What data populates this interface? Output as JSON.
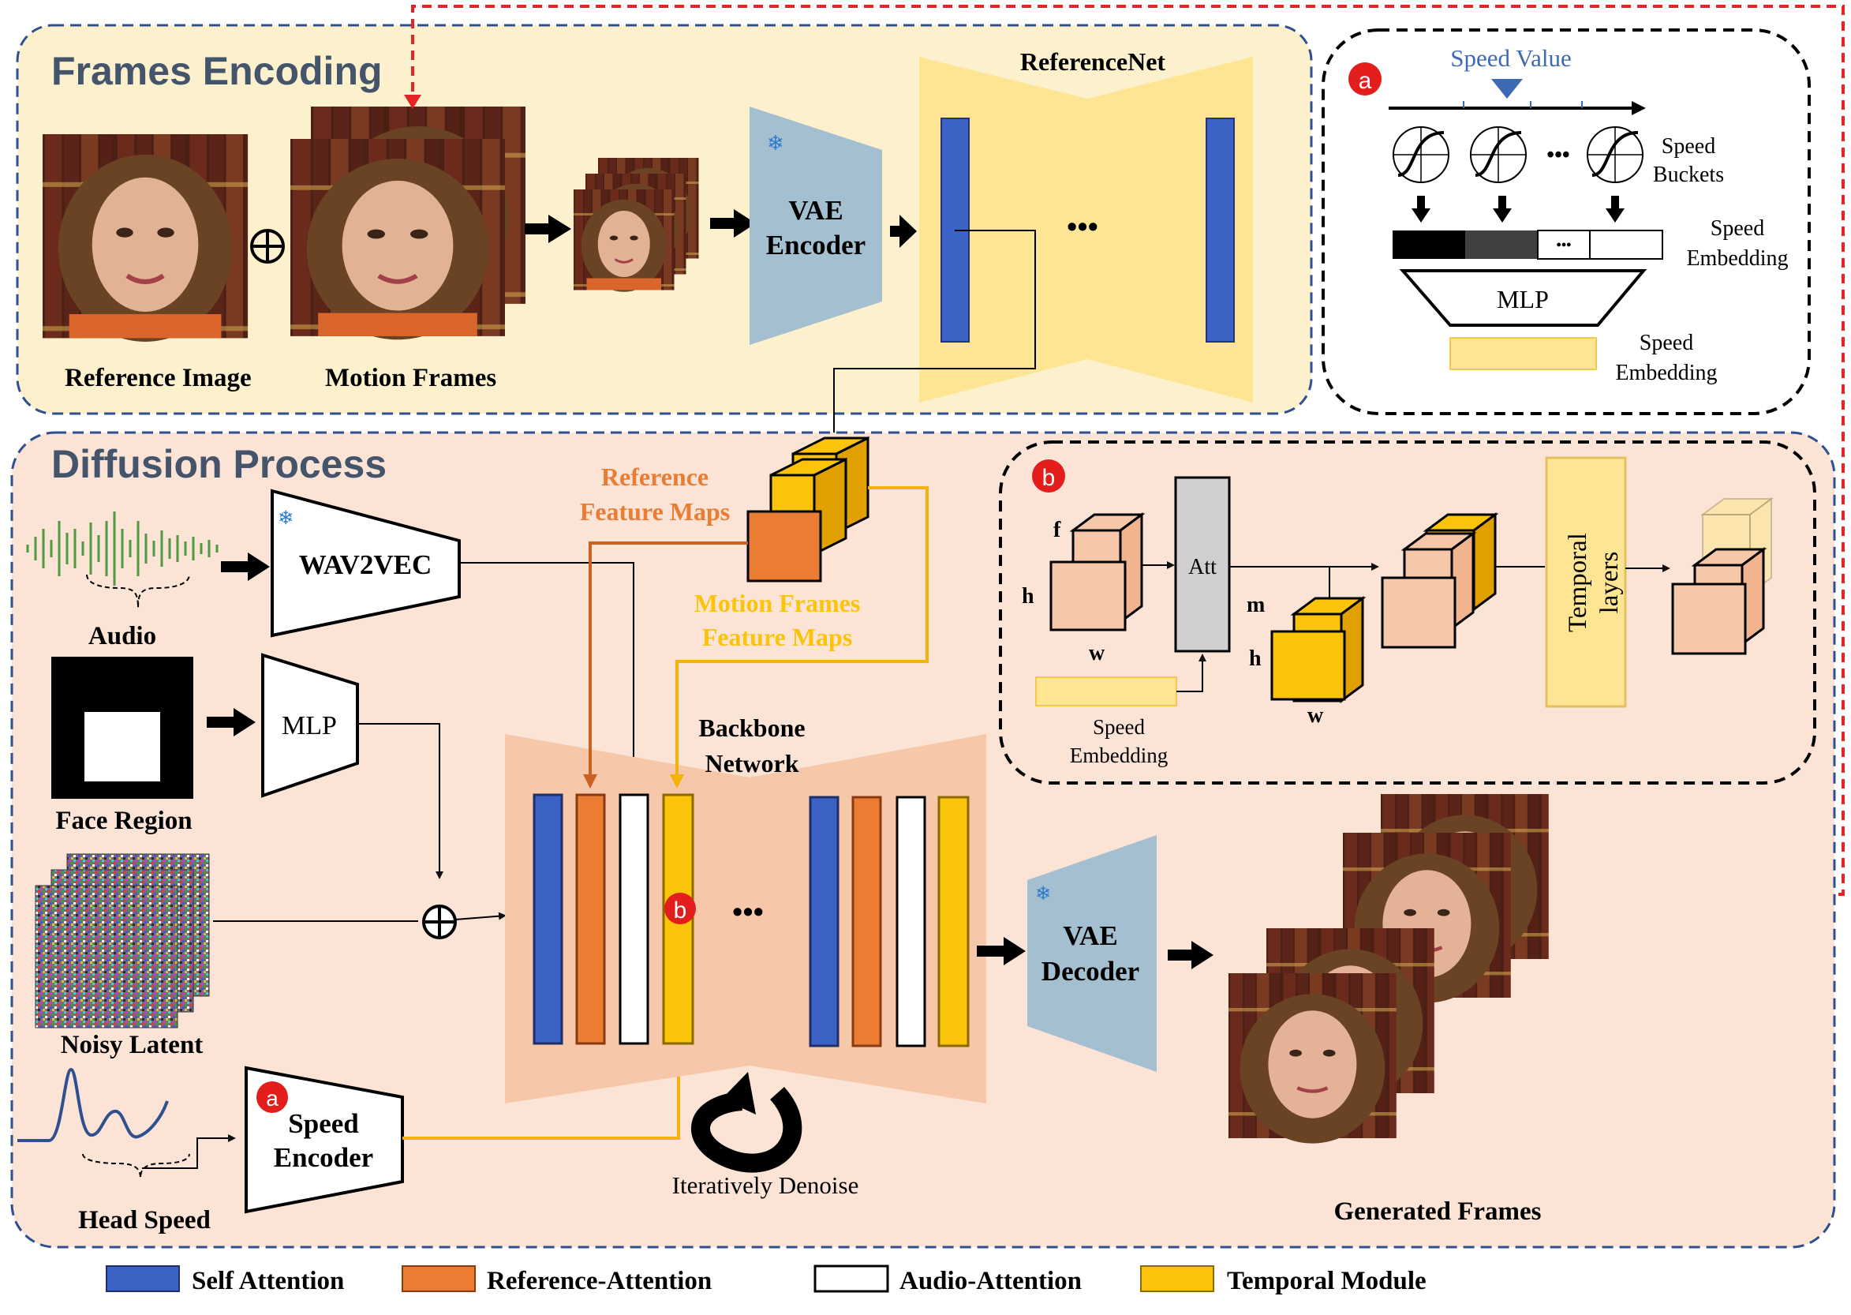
{
  "sections": {
    "frames_encoding": "Frames Encoding",
    "diffusion_process": "Diffusion Process"
  },
  "frames": {
    "reference_image": "Reference Image",
    "motion_frames": "Motion Frames",
    "vae_encoder_1": "VAE",
    "vae_encoder_2": "Encoder",
    "referencenet": "ReferenceNet",
    "ellipsis": "•••"
  },
  "panel_a": {
    "badge": "a",
    "speed_value": "Speed Value",
    "speed_buckets_1": "Speed",
    "speed_buckets_2": "Buckets",
    "speed_embedding_1": "Speed",
    "speed_embedding_2": "Embedding",
    "mlp": "MLP",
    "speed_embedding_out_1": "Speed",
    "speed_embedding_out_2": "Embedding",
    "bucket_ellipsis": "•••",
    "bar_ellipsis": "•••"
  },
  "diffusion": {
    "reference_feature_maps_1": "Reference",
    "reference_feature_maps_2": "Feature Maps",
    "motion_feature_maps_1": "Motion Frames",
    "motion_feature_maps_2": "Feature Maps",
    "audio": "Audio",
    "wav2vec": "WAV2VEC",
    "mlp": "MLP",
    "face_region": "Face Region",
    "noisy_latent": "Noisy Latent",
    "head_speed": "Head Speed",
    "speed_encoder_1": "Speed",
    "speed_encoder_2": "Encoder",
    "speed_badge": "a",
    "backbone_1": "Backbone",
    "backbone_2": "Network",
    "backbone_badge": "b",
    "ellipsis": "•••",
    "iteratively_denoise": "Iteratively Denoise",
    "vae_decoder_1": "VAE",
    "vae_decoder_2": "Decoder",
    "generated_frames": "Generated Frames"
  },
  "panel_b": {
    "badge": "b",
    "f": "f",
    "h": "h",
    "w": "w",
    "att": "Att",
    "m": "m",
    "h2": "h",
    "w2": "w",
    "speed_embedding_1": "Speed",
    "speed_embedding_2": "Embedding",
    "temporal_1": "Temporal",
    "temporal_2": "layers"
  },
  "legend": {
    "items": [
      {
        "label": "Self Attention",
        "color": "#3b62c4"
      },
      {
        "label": "Reference-Attention",
        "color": "#ea7c33"
      },
      {
        "label": "Audio-Attention",
        "color": "#ffffff"
      },
      {
        "label": "Temporal Module",
        "color": "#fbc30a"
      }
    ]
  },
  "colors": {
    "blue_block": "#3b62c4",
    "orange_block": "#ea7c33",
    "yellow_block": "#fbc30a",
    "frames_bg": "#fdf1cd",
    "diffusion_bg": "#fbe4d6",
    "dashed_red": "#e52525",
    "dashed_navy": "#2f4f8f"
  }
}
